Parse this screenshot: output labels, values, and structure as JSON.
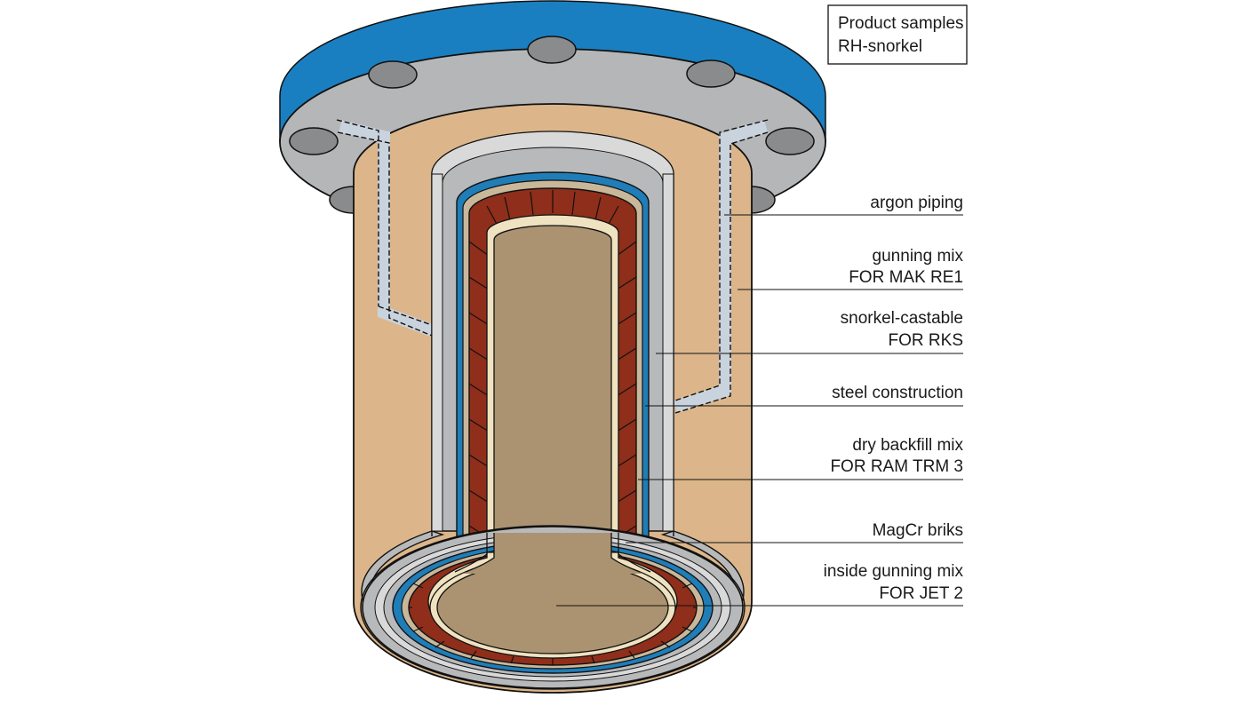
{
  "info_box": {
    "line1": "Product samples",
    "line2": "RH-snorkel"
  },
  "labels": {
    "argon_piping": "argon piping",
    "gunning_mix": "gunning mix",
    "gunning_mix_product": "FOR MAK RE1",
    "snorkel_castable": "snorkel-castable",
    "snorkel_castable_product": "FOR RKS",
    "steel_construction": "steel construction",
    "dry_backfill": "dry backfill mix",
    "dry_backfill_product": "FOR RAM TRM 3",
    "magcr_bricks": "MagCr briks",
    "inside_gunning": "inside gunning mix",
    "inside_gunning_product": "FOR JET 2"
  },
  "colors": {
    "flange_blue": "#1a7fc1",
    "flange_steel": "#b5b6b8",
    "bolt_hole": "#8a8b8d",
    "gunning_mix": "#dcb68a",
    "castable_gray": "#b8b9bb",
    "steel_blue": "#1f7db8",
    "backfill": "#c9b79a",
    "magcr_brick": "#8f2e1a",
    "inside_gunning": "#ab9371",
    "inner_rim": "#efe2c0",
    "argon_pipe": "#c9d3de"
  },
  "icons": {
    "bolt": "bolt-hole-icon"
  }
}
